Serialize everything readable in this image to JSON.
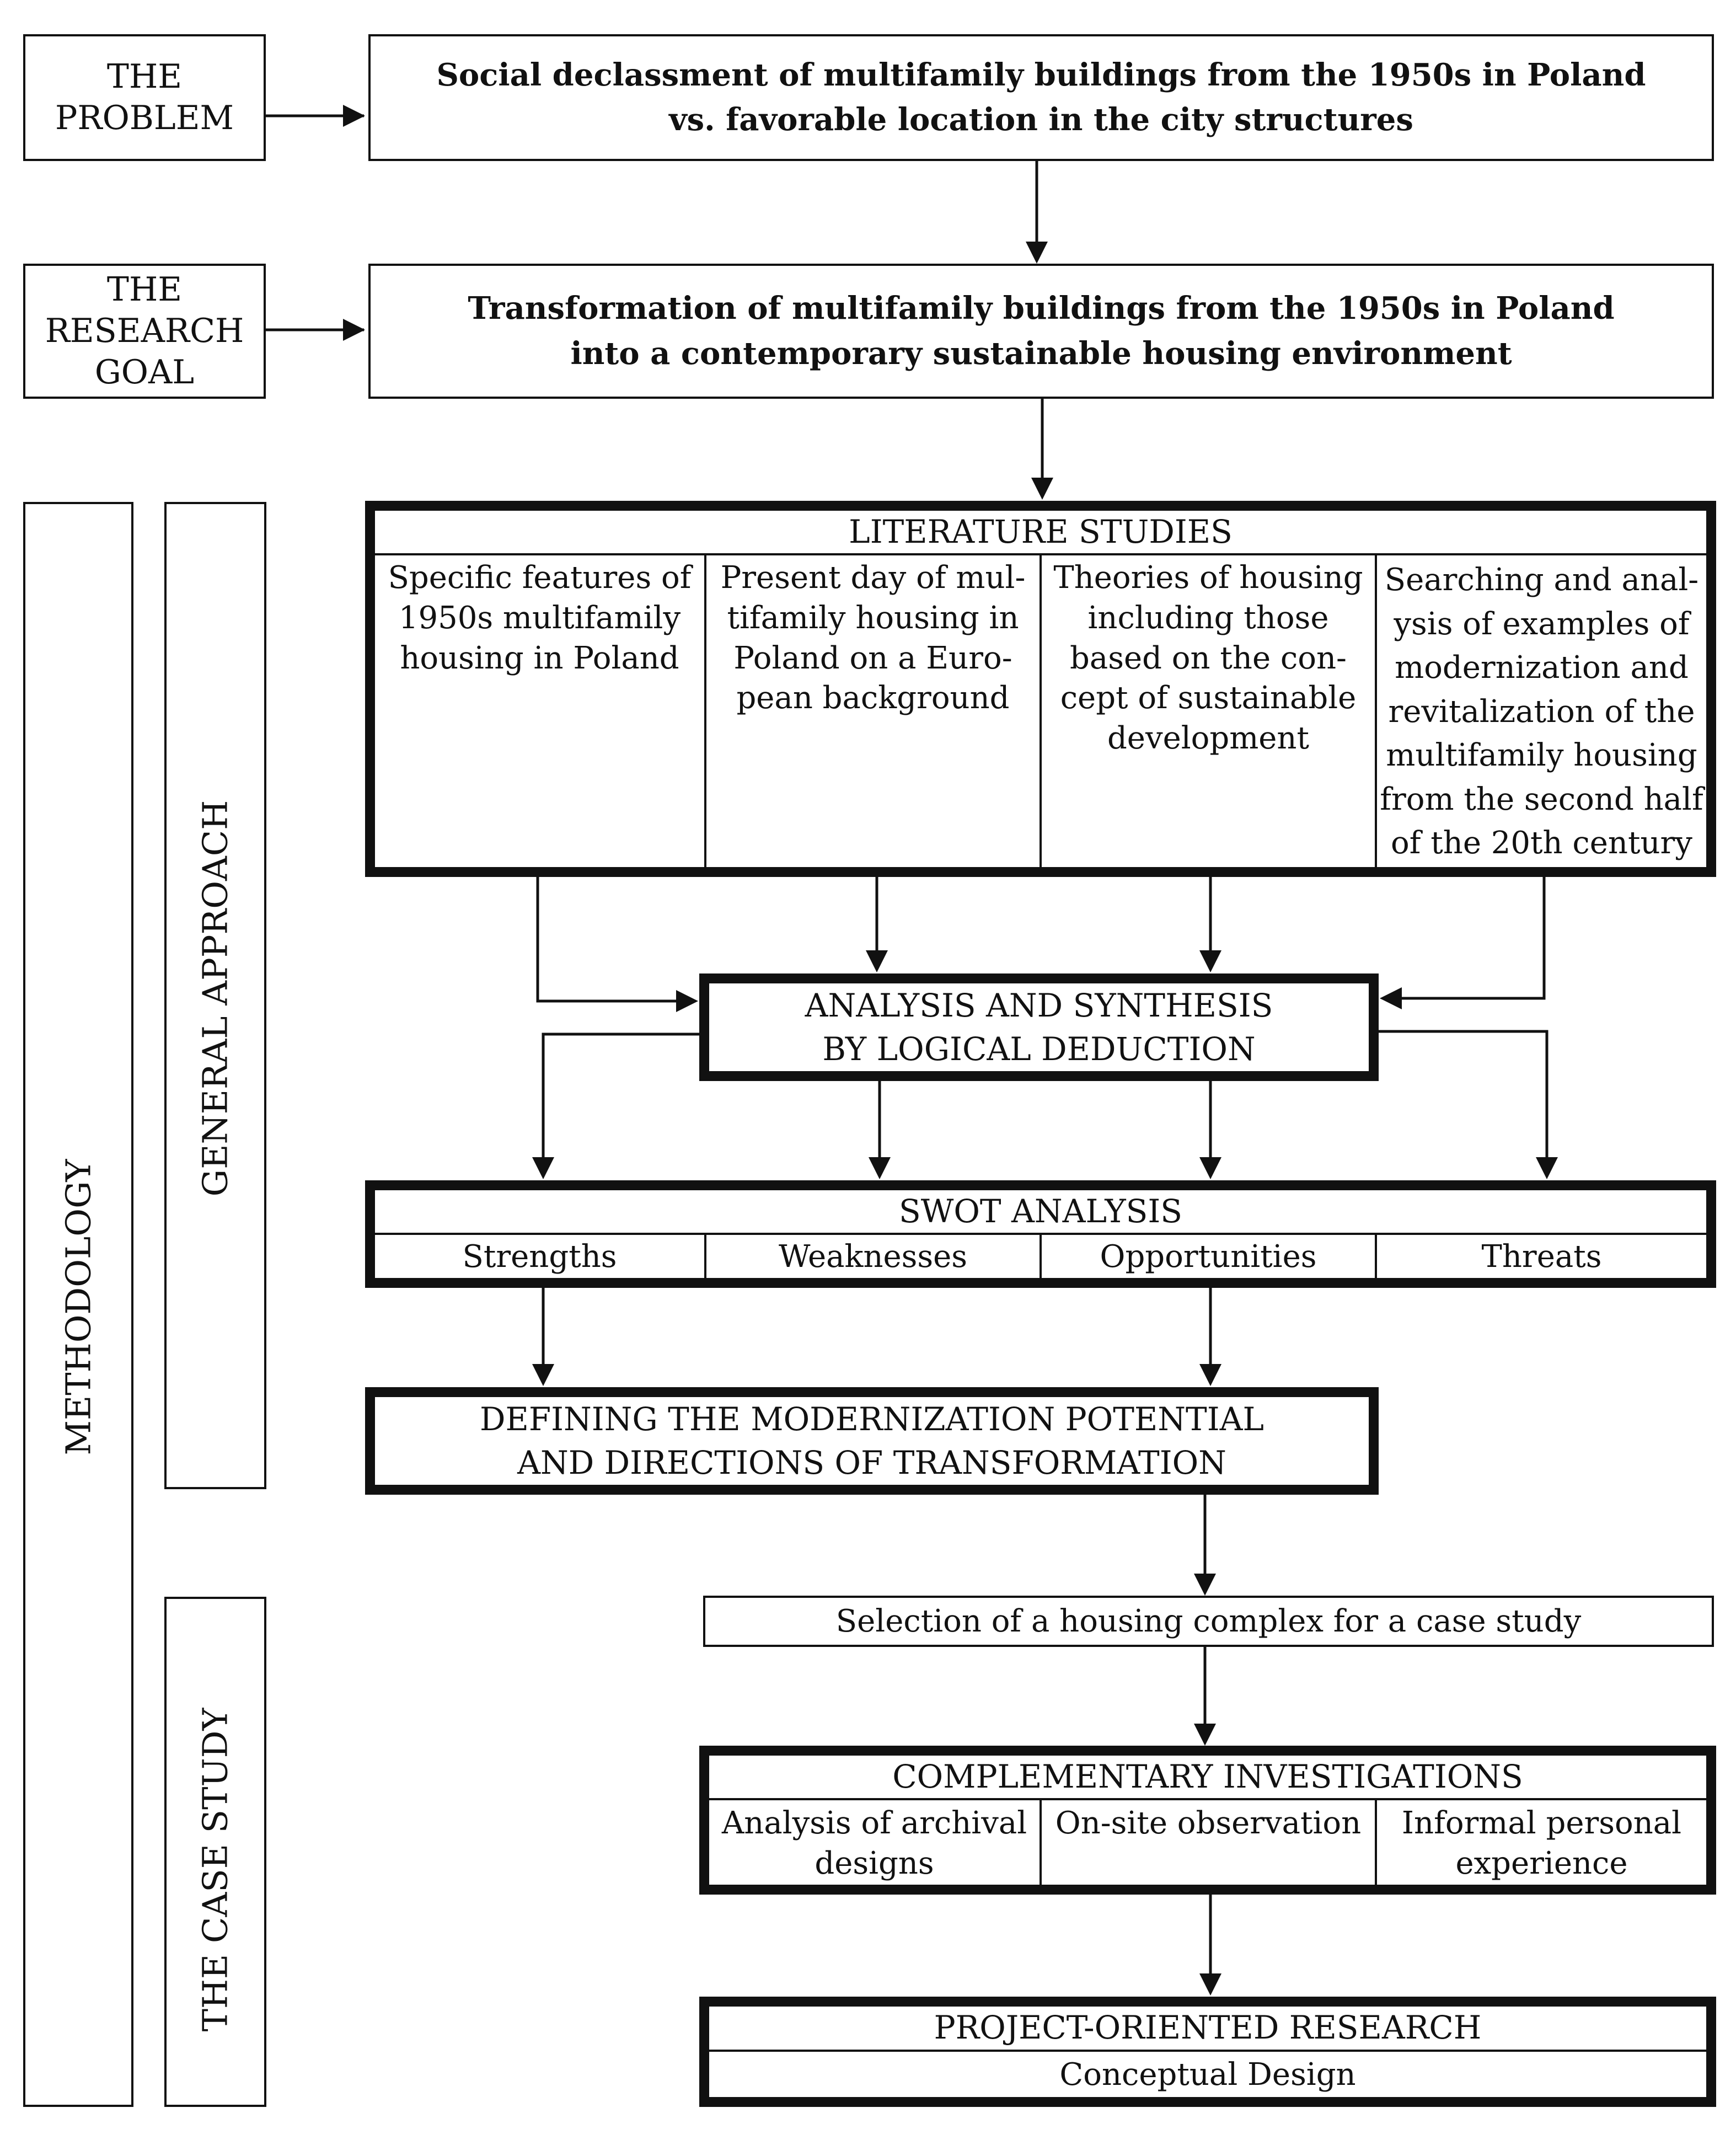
{
  "side_labels": {
    "problem": "THE\nPROBLEM",
    "research_goal": "THE\nRESEARCH\nGOAL",
    "methodology": "METHODOLOGY",
    "general_approach": "GENERAL APPROACH",
    "case_study": "THE CASE STUDY"
  },
  "problem_text": "Social declassment of multifamily buildings from the 1950s in Poland\nvs. favorable location in the city structures",
  "goal_text": "Transformation of multifamily buildings from the 1950s in Poland\ninto a contemporary sustainable housing environment",
  "literature": {
    "title": "LITERATURE STUDIES",
    "items": [
      "Specific features of\n1950s multifamily\nhousing in Poland",
      "Present day of mul-\ntifamily housing in\nPoland on a Euro-\npean background",
      "Theories of housing\nincluding those\nbased on the con-\ncept of sustainable\ndevelopment",
      "Searching and anal-\nysis of examples of\nmodernization and\nrevitalization of the\nmultifamily housing\nfrom the second half\nof the 20th century"
    ]
  },
  "analysis_text": "ANALYSIS AND SYNTHESIS\nBY LOGICAL DEDUCTION",
  "swot": {
    "title": "SWOT ANALYSIS",
    "items": [
      "Strengths",
      "Weaknesses",
      "Opportunities",
      "Threats"
    ]
  },
  "defining_text": "DEFINING THE MODERNIZATION POTENTIAL\nAND DIRECTIONS OF TRANSFORMATION",
  "selection_text": "Selection of a housing complex for a case study",
  "complementary": {
    "title": "COMPLEMENTARY INVESTIGATIONS",
    "items": [
      "Analysis of archival\ndesigns",
      "On-site observation",
      "Informal personal\nexperience"
    ]
  },
  "project": {
    "title": "PROJECT-ORIENTED RESEARCH",
    "subtitle": "Conceptual Design"
  }
}
